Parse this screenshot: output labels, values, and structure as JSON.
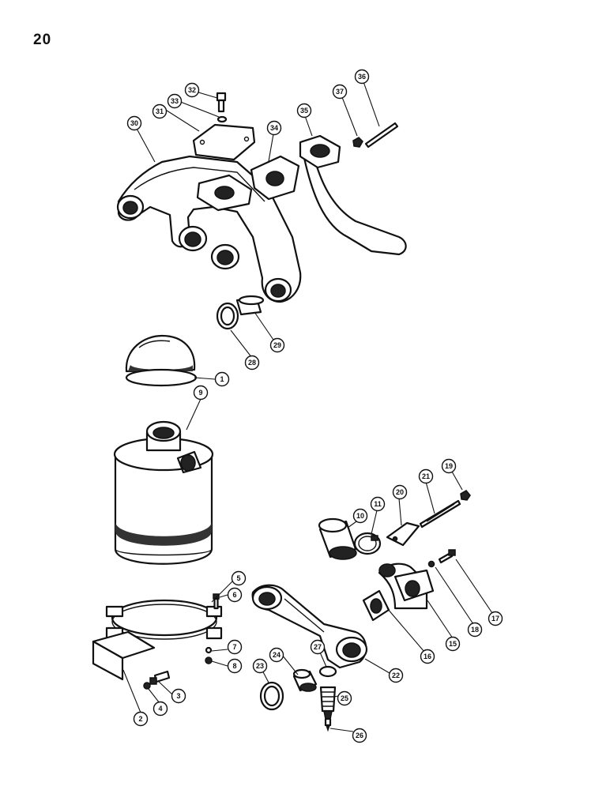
{
  "page": {
    "number": "20"
  },
  "callouts": [
    "1",
    "2",
    "3",
    "4",
    "5",
    "6",
    "7",
    "8",
    "9",
    "10",
    "11",
    "15",
    "16",
    "17",
    "18",
    "19",
    "20",
    "21",
    "22",
    "23",
    "24",
    "25",
    "26",
    "27",
    "28",
    "29",
    "30",
    "31",
    "32",
    "33",
    "34",
    "35",
    "36",
    "37"
  ]
}
